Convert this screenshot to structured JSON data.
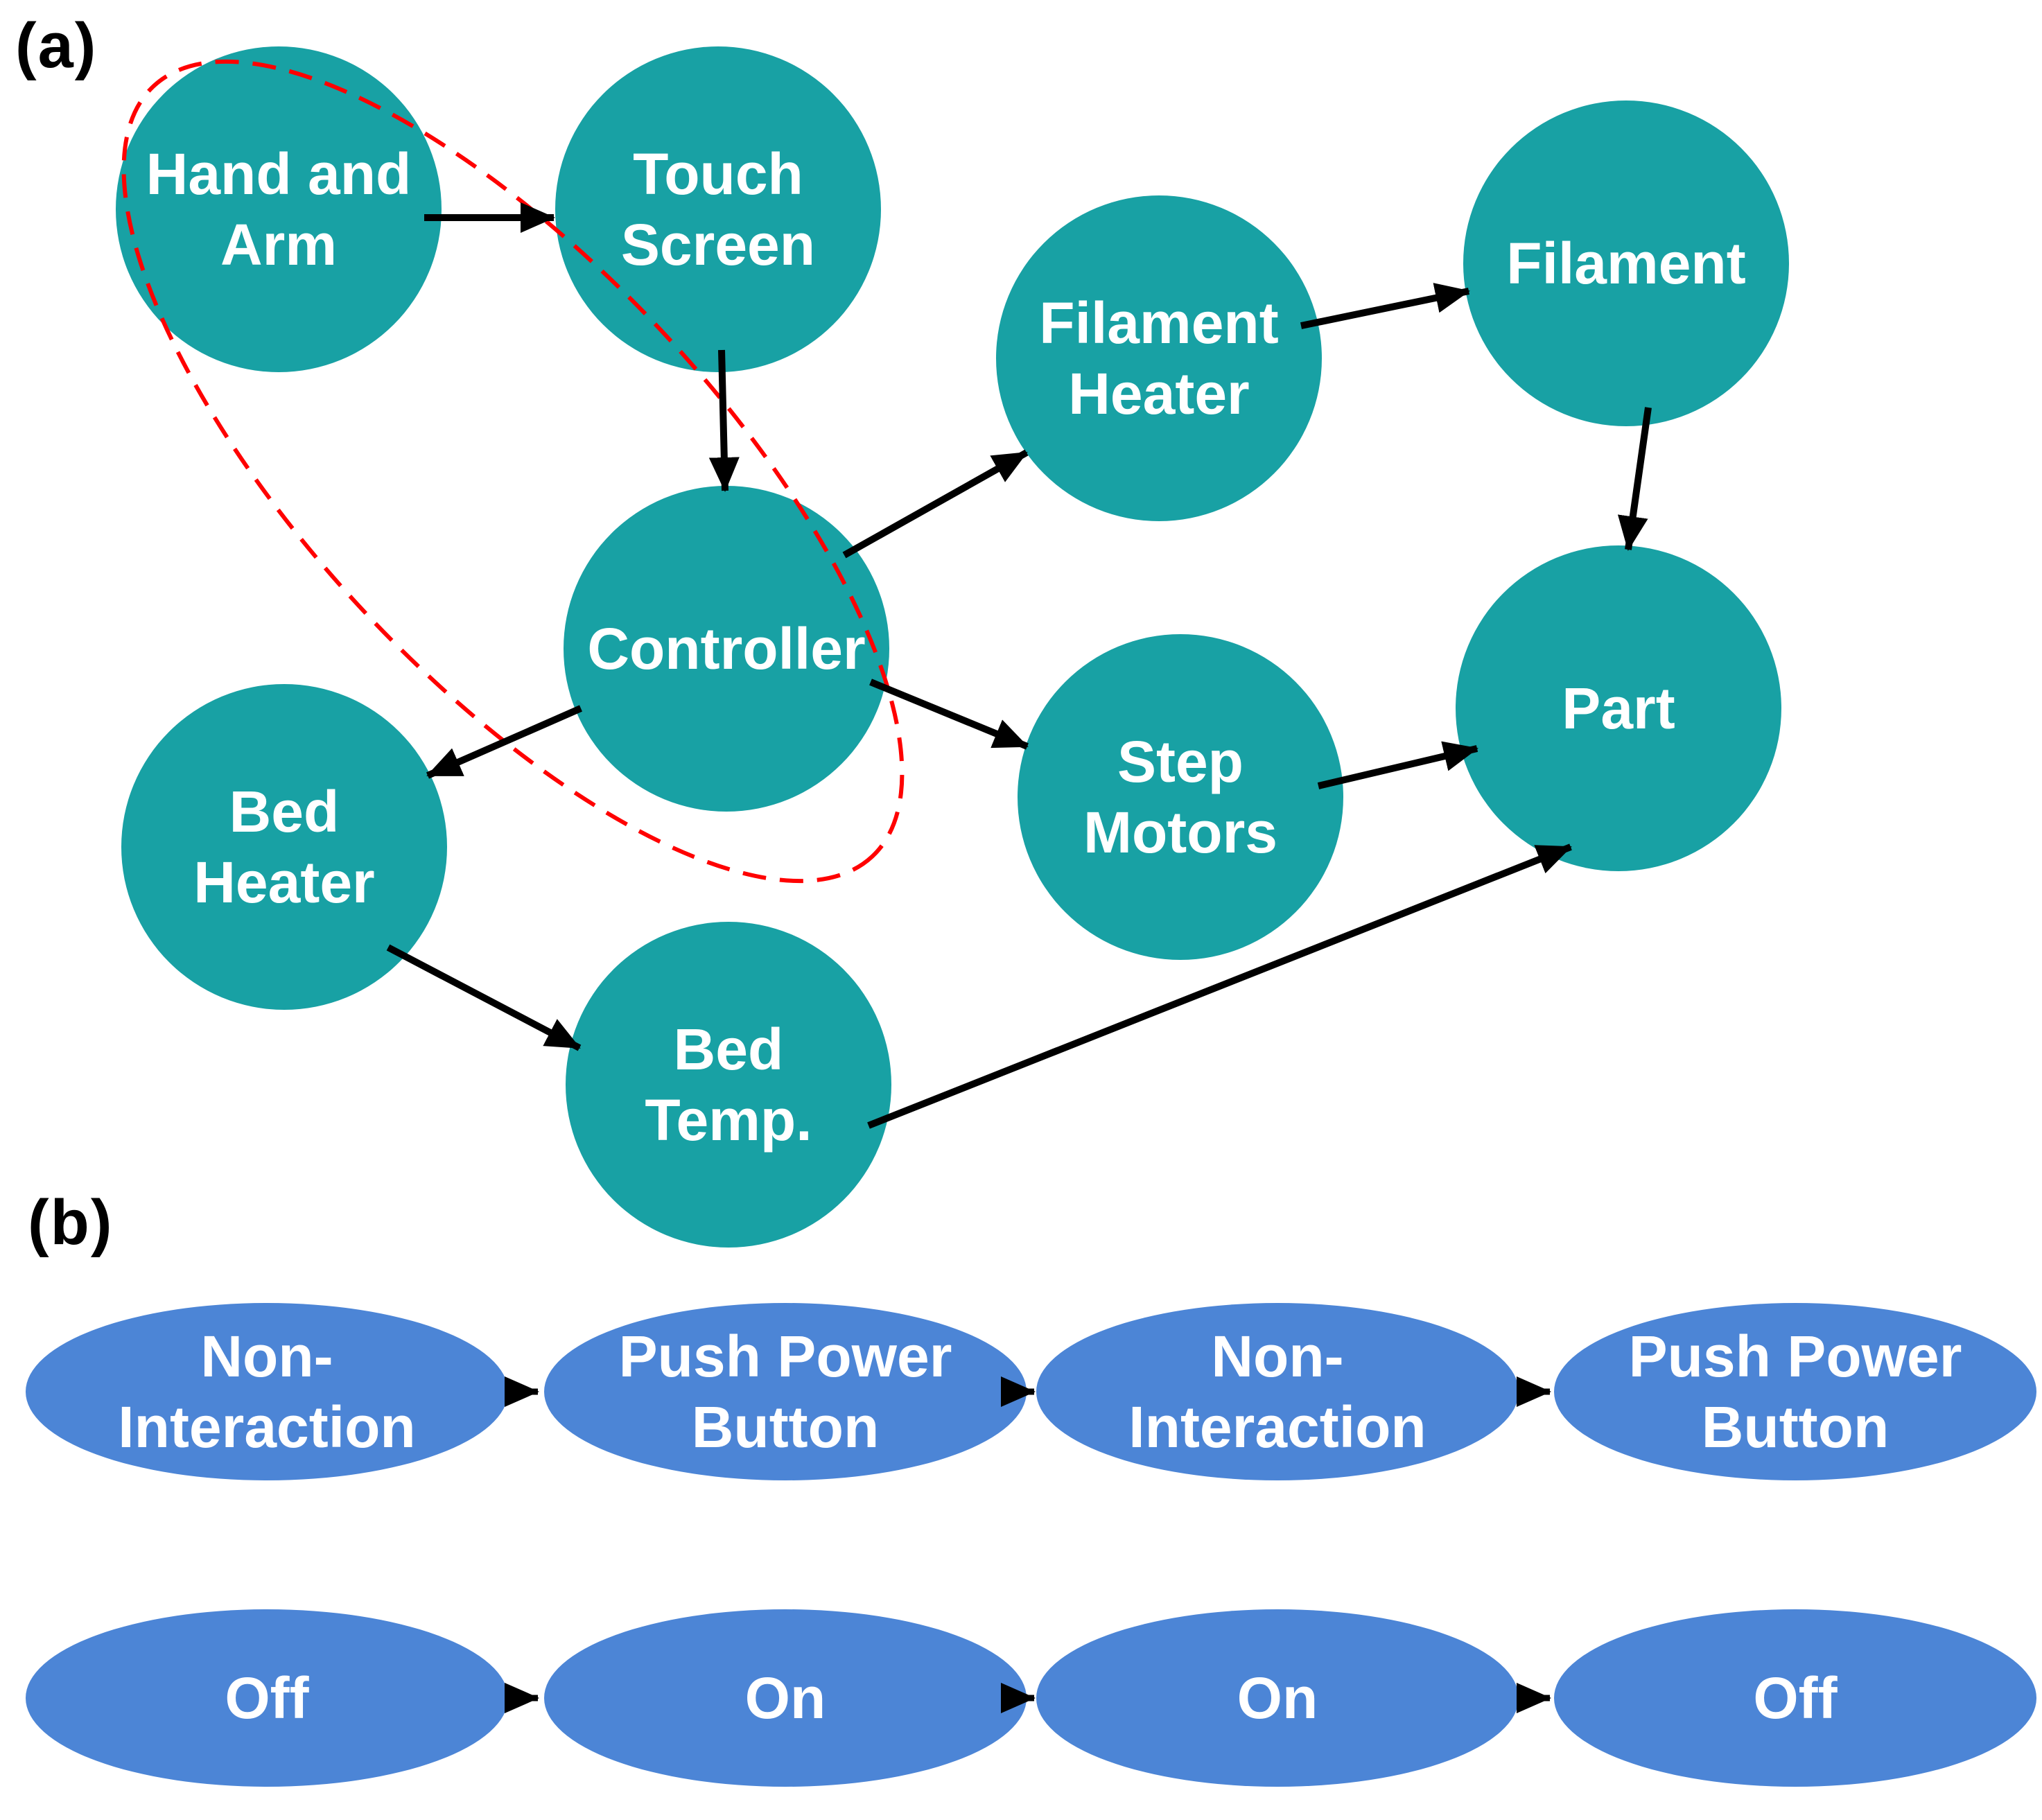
{
  "colors": {
    "node_teal": "#18A1A4",
    "node_blue": "#4C85D6",
    "arrow_black": "#000000",
    "highlight_red": "#FF0000",
    "text_white": "#ffffff"
  },
  "panel_a": {
    "label": "(a)",
    "nodes": [
      {
        "id": "hand-arm",
        "label": "Hand and\nArm"
      },
      {
        "id": "touch-screen",
        "label": "Touch\nScreen"
      },
      {
        "id": "filament-heater",
        "label": "Filament\nHeater"
      },
      {
        "id": "filament",
        "label": "Filament"
      },
      {
        "id": "controller",
        "label": "Controller"
      },
      {
        "id": "bed-heater",
        "label": "Bed\nHeater"
      },
      {
        "id": "bed-temp",
        "label": "Bed\nTemp."
      },
      {
        "id": "step-motors",
        "label": "Step\nMotors"
      },
      {
        "id": "part",
        "label": "Part"
      }
    ],
    "edges": [
      {
        "from": "hand-arm",
        "to": "touch-screen"
      },
      {
        "from": "touch-screen",
        "to": "controller"
      },
      {
        "from": "controller",
        "to": "filament-heater"
      },
      {
        "from": "filament-heater",
        "to": "filament"
      },
      {
        "from": "filament",
        "to": "part"
      },
      {
        "from": "controller",
        "to": "bed-heater"
      },
      {
        "from": "controller",
        "to": "step-motors"
      },
      {
        "from": "step-motors",
        "to": "part"
      },
      {
        "from": "bed-heater",
        "to": "bed-temp"
      },
      {
        "from": "bed-temp",
        "to": "part"
      }
    ],
    "highlight_ellipse": {
      "style": "dashed",
      "color": "#FF0000"
    }
  },
  "panel_b": {
    "label": "(b)",
    "rows": [
      {
        "nodes": [
          "Non-\nInteraction",
          "Push Power\nButton",
          "Non-\nInteraction",
          "Push Power\nButton"
        ]
      },
      {
        "nodes": [
          "Off",
          "On",
          "On",
          "Off"
        ]
      }
    ]
  }
}
